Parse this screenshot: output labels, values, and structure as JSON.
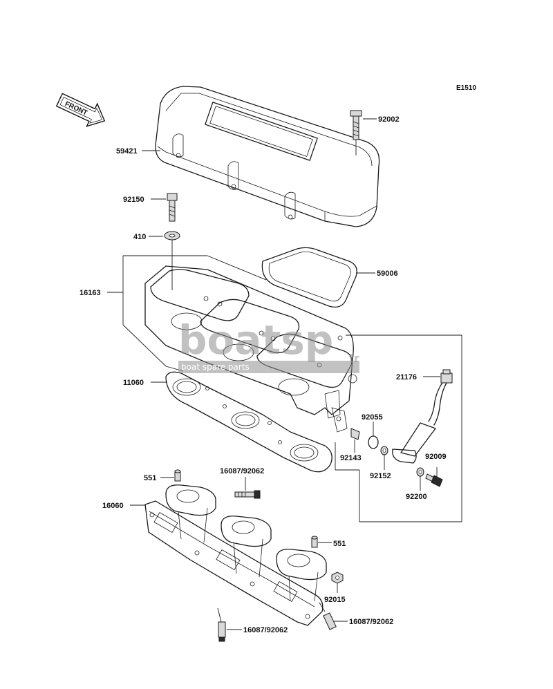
{
  "diagram_code": "E1510",
  "front_label": "FRONT",
  "watermark": {
    "brand": "boatsp",
    "brand_suffix": "fr",
    "tagline": "boat spare parts"
  },
  "labels": {
    "p92002": "92002",
    "p59421": "59421",
    "p92150": "92150",
    "p410": "410",
    "p59006": "59006",
    "p16163": "16163",
    "p21176": "21176",
    "p11060": "11060",
    "p92055": "92055",
    "p92143": "92143",
    "p92009": "92009",
    "p92152": "92152",
    "p92200": "92200",
    "p551a": "551",
    "p16087a": "16087/92062",
    "p16060": "16060",
    "p551b": "551",
    "p92015": "92015",
    "p16087b": "16087/92062",
    "p16087c": "16087/92062"
  }
}
